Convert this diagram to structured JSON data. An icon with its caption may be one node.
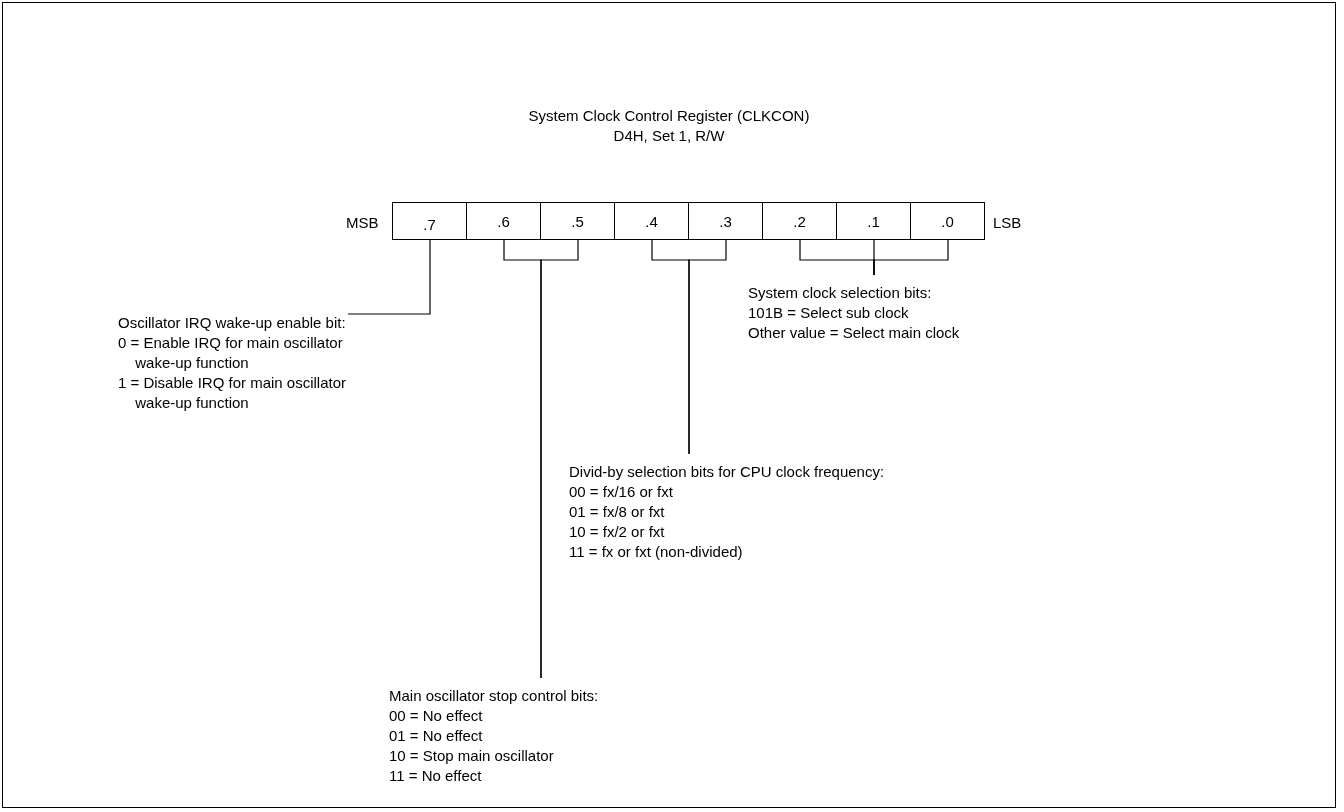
{
  "diagram": {
    "title": "System Clock Control Register (CLKCON)",
    "nodes": [
      {
        "text": [
          ".7"
        ]
      },
      {
        "text": [
          ".6"
        ]
      },
      {
        "text": [
          ".5"
        ]
      },
      {
        "text": [
          ".4"
        ]
      },
      {
        "text": [
          ".3"
        ]
      },
      {
        "text": [
          ".2"
        ]
      },
      {
        "text": [
          ".1"
        ]
      },
      {
        "text": [
          ".0"
        ]
      },
      {
        "text": [
          "System clock selection bits:",
          "101B = Select sub clock",
          "Other value = Select main clock"
        ]
      },
      {
        "text": [
          "Oscillator IRQ wake-up enable bit:",
          "0 = Enable IRQ for main oscillator wake-up function",
          "1 = Disable IRQ for main oscillator wake-up function"
        ]
      },
      {
        "text": [
          "Divid-by selection bits for CPU clock frequency:",
          "00 = fx/16 or fxt",
          "01 = fx/8 or fxt",
          "10 = fx/2 or fxt",
          "11 = fx or fxt (non-divided)"
        ]
      },
      {
        "text": [
          "Main oscillator stop control bits:",
          "00 = No effect",
          "01 = No effect",
          "10 = Stop main oscillator",
          "11 = No effect"
        ]
      }
    ],
    "edges": [
      {
        "from": 9,
        "to": 0,
        "arrow": "none"
      },
      {
        "from": 11,
        "to": 1,
        "arrow": "none"
      },
      {
        "from": 11,
        "to": 2,
        "arrow": "none"
      },
      {
        "from": 10,
        "to": 3,
        "arrow": "none"
      },
      {
        "from": 10,
        "to": 4,
        "arrow": "none"
      },
      {
        "from": 8,
        "to": 5,
        "arrow": "none"
      },
      {
        "from": 8,
        "to": 6,
        "arrow": "none"
      },
      {
        "from": 8,
        "to": 7,
        "arrow": "none"
      }
    ],
    "labels": [
      "D4H, Set 1, R/W",
      "MSB",
      "LSB"
    ]
  }
}
